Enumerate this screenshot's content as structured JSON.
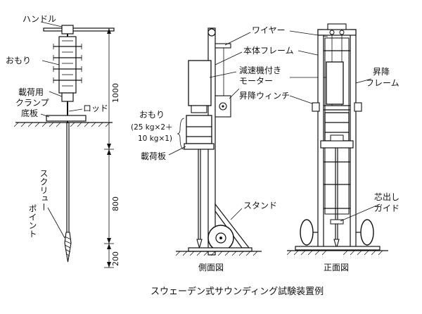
{
  "caption": "スウェーデン式サウンディング試験装置例",
  "left_diagram": {
    "handle": "ハンドル",
    "weight": "おもり",
    "clamp_line1": "載荷用",
    "clamp_line2": "クランプ",
    "base_plate": "底板",
    "rod": "ロッド",
    "screw_point_v1": "スクリュー",
    "screw_point_v2": "ポイント",
    "dim_1000": "1000",
    "dim_800": "800",
    "dim_200": "200"
  },
  "side_view": {
    "title": "側面図",
    "weight": "おもり",
    "weight_spec1": "(25 kg×2＋",
    "weight_spec2": "10 kg×1)",
    "loading_plate": "載荷板",
    "stand": "スタンド"
  },
  "center_labels": {
    "wire": "ワイヤー",
    "main_frame": "本体フレーム",
    "gear_motor1": "減速機付き",
    "gear_motor2": "モーター",
    "lift_winch": "昇降ウィンチ"
  },
  "front_view": {
    "title": "正面図",
    "lift_frame1": "昇降",
    "lift_frame2": "フレーム",
    "centering_guide1": "芯出し",
    "centering_guide2": "ガイド"
  }
}
